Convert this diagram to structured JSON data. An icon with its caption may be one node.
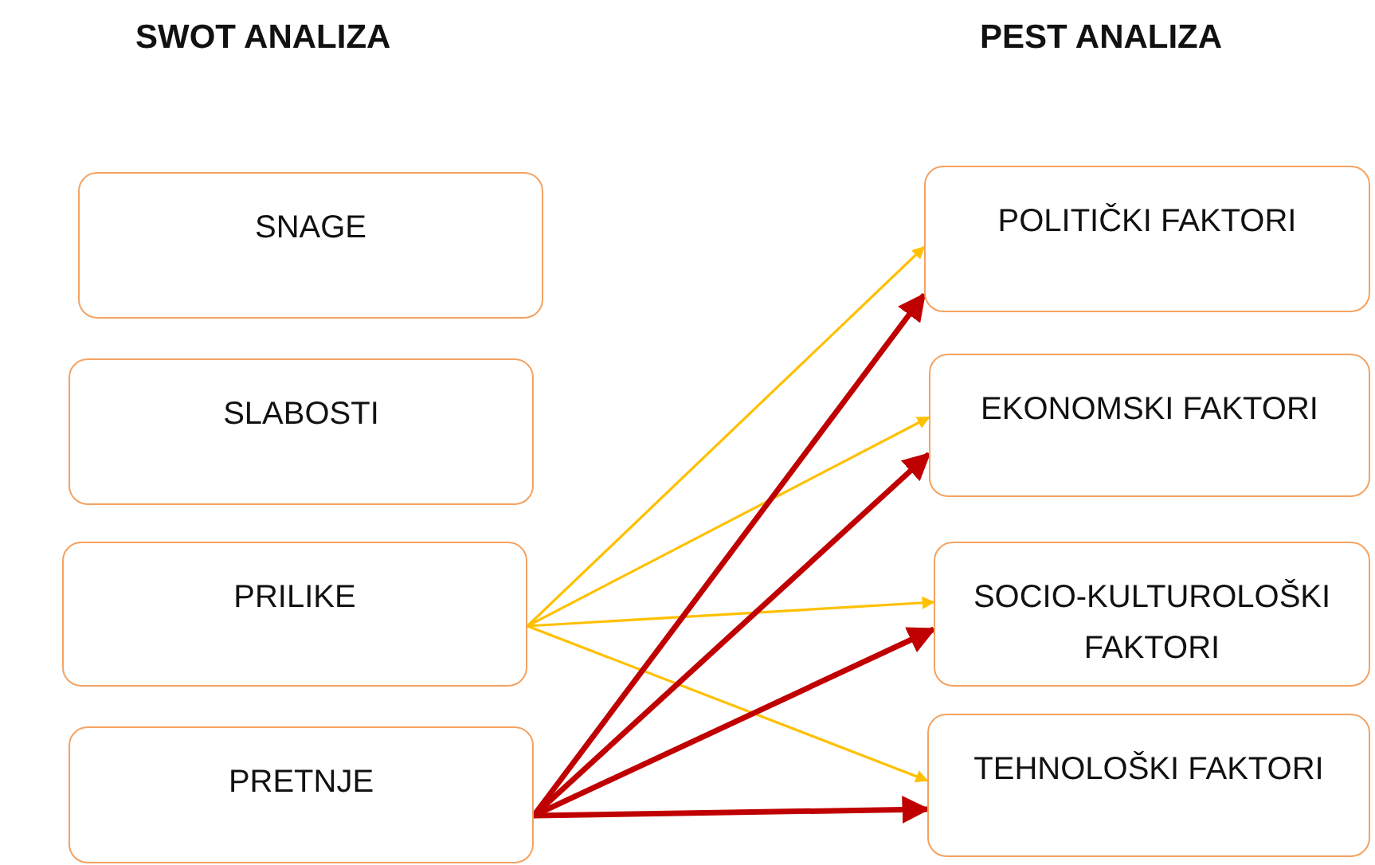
{
  "diagram": {
    "nodes": [
      {
        "text": [
          "SWOT ANALIZA"
        ]
      },
      {
        "text": [
          "PEST ANALIZA"
        ]
      },
      {
        "text": [
          "SNAGE"
        ]
      },
      {
        "text": [
          "SLABOSTI"
        ]
      },
      {
        "text": [
          "PRILIKE"
        ]
      },
      {
        "text": [
          "PRETNJE"
        ]
      },
      {
        "text": [
          "POLITIČKI FAKTORI"
        ]
      },
      {
        "text": [
          "EKONOMSKI FAKTORI"
        ]
      },
      {
        "text": [
          "SOCIO-KULTUROLOŠKI FAKTORI"
        ]
      },
      {
        "text": [
          "TEHNOLOŠKI FAKTORI"
        ]
      }
    ],
    "edges": [
      {
        "from": 4,
        "to": 6,
        "arrow": "to",
        "color": "#ffc000"
      },
      {
        "from": 4,
        "to": 7,
        "arrow": "to",
        "color": "#ffc000"
      },
      {
        "from": 4,
        "to": 8,
        "arrow": "to",
        "color": "#ffc000"
      },
      {
        "from": 4,
        "to": 9,
        "arrow": "to",
        "color": "#ffc000"
      },
      {
        "from": 5,
        "to": 6,
        "arrow": "to",
        "style": "thick",
        "color": "#c00000"
      },
      {
        "from": 5,
        "to": 7,
        "arrow": "to",
        "style": "thick",
        "color": "#c00000"
      },
      {
        "from": 5,
        "to": 8,
        "arrow": "to",
        "style": "thick",
        "color": "#c00000"
      },
      {
        "from": 5,
        "to": 9,
        "arrow": "to",
        "style": "thick",
        "color": "#c00000"
      }
    ]
  }
}
